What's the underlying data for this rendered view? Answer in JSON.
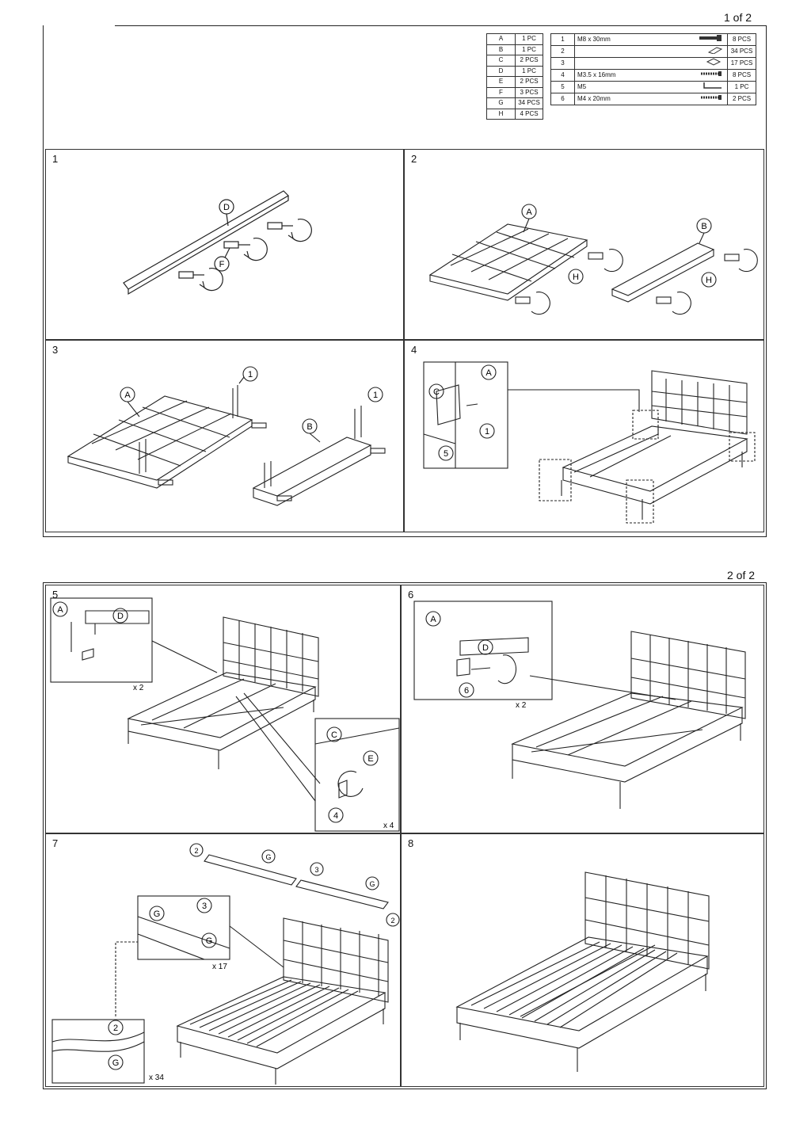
{
  "page1": {
    "page_number": "1 of 2"
  },
  "page2": {
    "page_number": "2 of 2"
  },
  "parts_letters": [
    {
      "id": "A",
      "qty": "1 PC"
    },
    {
      "id": "B",
      "qty": "1 PC"
    },
    {
      "id": "C",
      "qty": "2 PCS"
    },
    {
      "id": "D",
      "qty": "1 PC"
    },
    {
      "id": "E",
      "qty": "2 PCS"
    },
    {
      "id": "F",
      "qty": "3 PCS"
    },
    {
      "id": "G",
      "qty": "34 PCS"
    },
    {
      "id": "H",
      "qty": "4 PCS"
    }
  ],
  "parts_hardware": [
    {
      "id": "1",
      "desc": "M8 x 30mm",
      "icon": "bolt-icon",
      "qty": "8 PCS"
    },
    {
      "id": "2",
      "desc": "",
      "icon": "slat-cap-icon",
      "qty": "34 PCS"
    },
    {
      "id": "3",
      "desc": "",
      "icon": "slat-joint-icon",
      "qty": "17 PCS"
    },
    {
      "id": "4",
      "desc": "M3.5 x 16mm",
      "icon": "screw-icon",
      "qty": "8 PCS"
    },
    {
      "id": "5",
      "desc": "M5",
      "icon": "allen-key-icon",
      "qty": "1 PC"
    },
    {
      "id": "6",
      "desc": "M4 x 20mm",
      "icon": "screw-icon",
      "qty": "2 PCS"
    }
  ],
  "steps": [
    {
      "num": "1",
      "callouts": [
        "D",
        "F"
      ]
    },
    {
      "num": "2",
      "callouts": [
        "A",
        "B",
        "H",
        "H"
      ]
    },
    {
      "num": "3",
      "callouts": [
        "A",
        "1",
        "B",
        "1"
      ]
    },
    {
      "num": "4",
      "callouts": [
        "A",
        "C",
        "1",
        "5"
      ]
    },
    {
      "num": "5",
      "callouts": [
        "A",
        "D",
        "C",
        "E",
        "4"
      ],
      "notes": [
        "x 2",
        "x 4"
      ]
    },
    {
      "num": "6",
      "callouts": [
        "A",
        "D",
        "6"
      ],
      "notes": [
        "x 2"
      ]
    },
    {
      "num": "7",
      "callouts": [
        "2",
        "G",
        "3",
        "G",
        "2",
        "G",
        "3",
        "G",
        "2",
        "G"
      ],
      "notes": [
        "x 17",
        "x 34"
      ]
    },
    {
      "num": "8",
      "callouts": []
    }
  ]
}
